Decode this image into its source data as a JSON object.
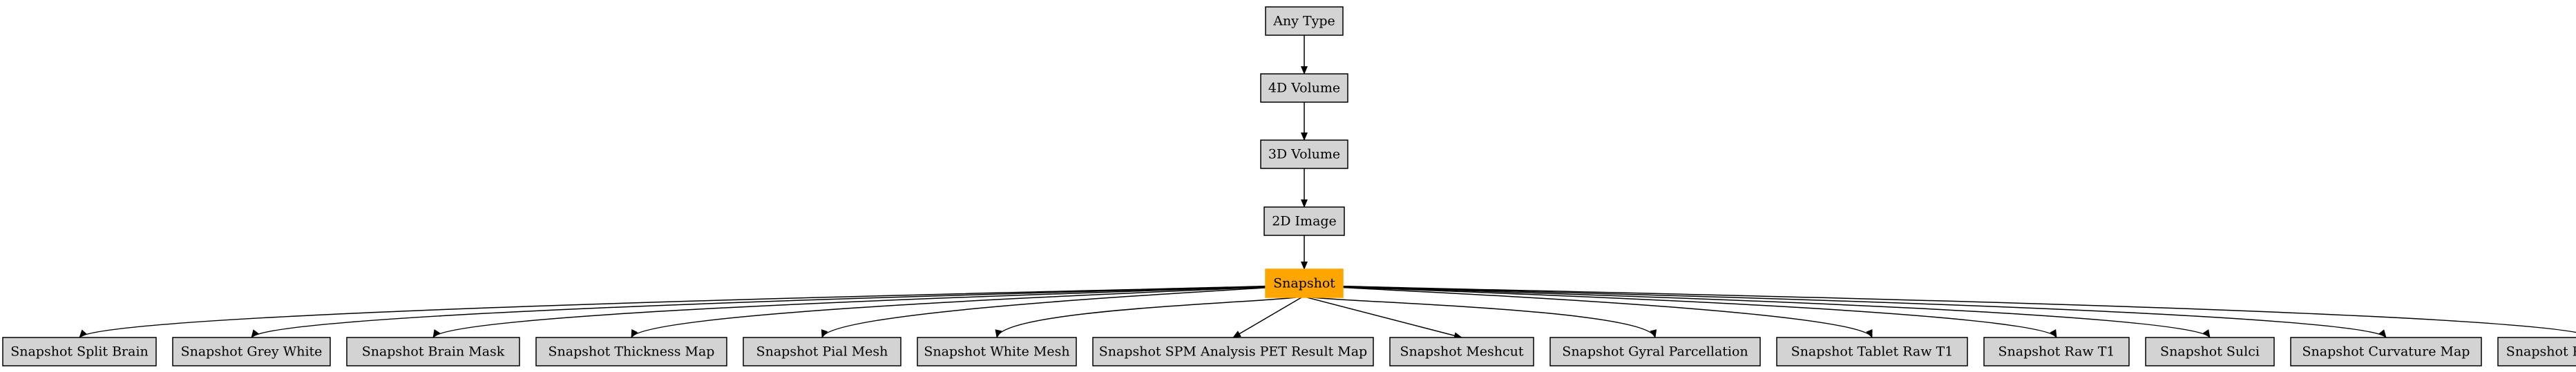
{
  "diagram": {
    "type": "hierarchy-tree",
    "colors": {
      "node_fill": "#d3d3d3",
      "highlight_fill": "#ffa500",
      "stroke": "#000000",
      "background": "#ffffff"
    },
    "chain": [
      {
        "id": "any-type",
        "label": "Any Type"
      },
      {
        "id": "4d-volume",
        "label": "4D Volume"
      },
      {
        "id": "3d-volume",
        "label": "3D Volume"
      },
      {
        "id": "2d-image",
        "label": "2D Image"
      },
      {
        "id": "snapshot",
        "label": "Snapshot",
        "highlight": true
      }
    ],
    "children": [
      {
        "id": "snapshot-split-brain",
        "label": "Snapshot Split Brain"
      },
      {
        "id": "snapshot-grey-white",
        "label": "Snapshot Grey White"
      },
      {
        "id": "snapshot-brain-mask",
        "label": "Snapshot Brain Mask"
      },
      {
        "id": "snapshot-thickness-map",
        "label": "Snapshot Thickness Map"
      },
      {
        "id": "snapshot-pial-mesh",
        "label": "Snapshot Pial Mesh"
      },
      {
        "id": "snapshot-white-mesh",
        "label": "Snapshot White Mesh"
      },
      {
        "id": "snapshot-spm-analysis-pet-result-map",
        "label": "Snapshot SPM Analysis PET Result Map"
      },
      {
        "id": "snapshot-meshcut",
        "label": "Snapshot Meshcut"
      },
      {
        "id": "snapshot-gyral-parcellation",
        "label": "Snapshot Gyral Parcellation"
      },
      {
        "id": "snapshot-tablet-raw-t1",
        "label": "Snapshot Tablet Raw T1"
      },
      {
        "id": "snapshot-raw-t1",
        "label": "Snapshot Raw T1"
      },
      {
        "id": "snapshot-sulci",
        "label": "Snapshot Sulci"
      },
      {
        "id": "snapshot-curvature-map",
        "label": "Snapshot Curvature Map"
      },
      {
        "id": "snapshot-probability-map",
        "label": "Snapshot Probability Map"
      }
    ]
  }
}
